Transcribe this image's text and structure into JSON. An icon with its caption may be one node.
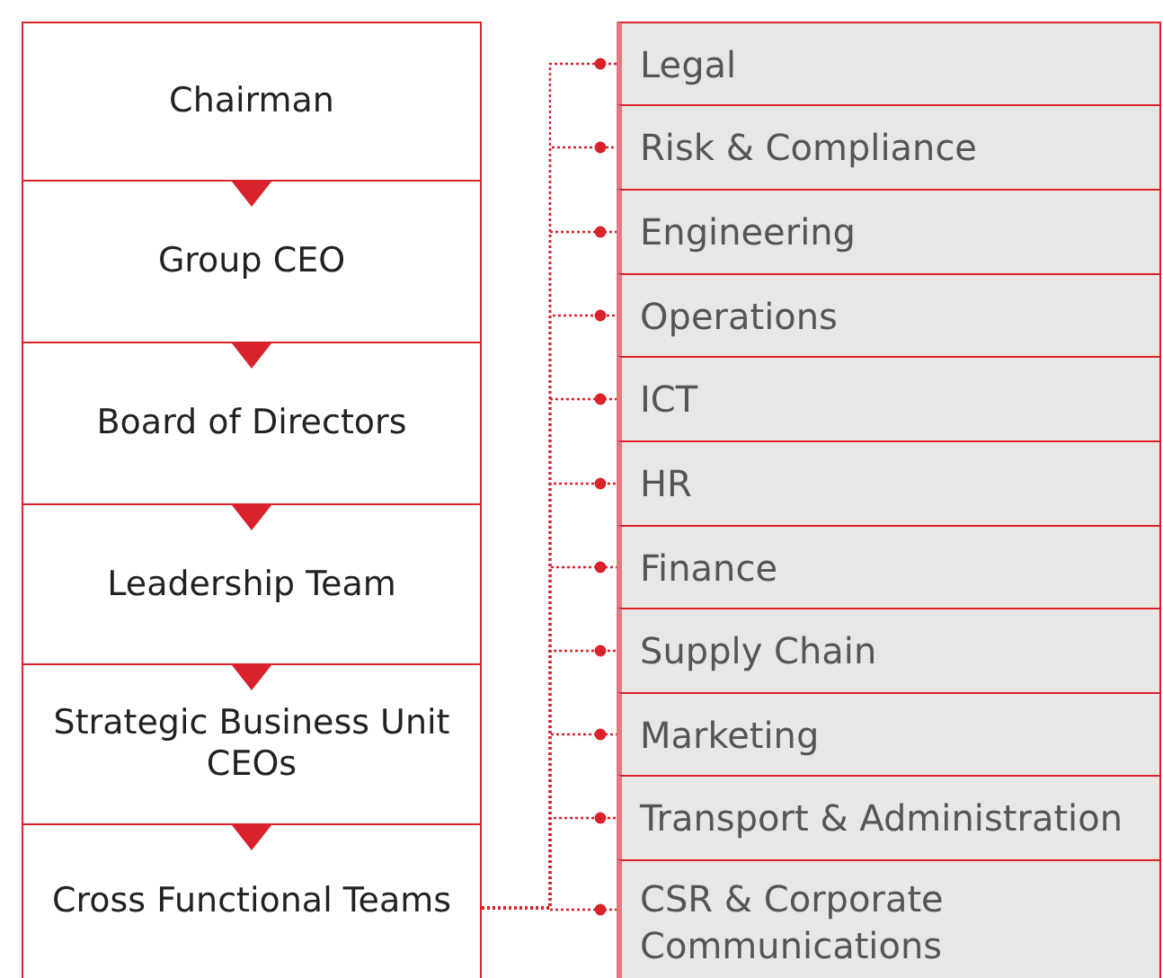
{
  "diagram": {
    "nodes": [
      {
        "text": [
          "Chairman"
        ]
      },
      {
        "text": [
          "Group CEO"
        ]
      },
      {
        "text": [
          "Board of Directors"
        ]
      },
      {
        "text": [
          "Leadership Team"
        ]
      },
      {
        "text": [
          "Strategic Business Unit CEOs"
        ]
      },
      {
        "text": [
          "Cross Functional Teams"
        ]
      },
      {
        "text": [
          "Legal"
        ]
      },
      {
        "text": [
          "Risk & Compliance"
        ]
      },
      {
        "text": [
          "Engineering"
        ]
      },
      {
        "text": [
          "Operations"
        ]
      },
      {
        "text": [
          "ICT"
        ]
      },
      {
        "text": [
          "HR"
        ]
      },
      {
        "text": [
          "Finance"
        ]
      },
      {
        "text": [
          "Supply Chain"
        ]
      },
      {
        "text": [
          "Marketing"
        ]
      },
      {
        "text": [
          "Transport & Administration"
        ]
      },
      {
        "text": [
          "CSR & Corporate Communications"
        ]
      }
    ],
    "edges": [
      {
        "from": 0,
        "to": 1,
        "arrow": "to"
      },
      {
        "from": 1,
        "to": 2,
        "arrow": "to"
      },
      {
        "from": 2,
        "to": 3,
        "arrow": "to"
      },
      {
        "from": 3,
        "to": 4,
        "arrow": "to"
      },
      {
        "from": 4,
        "to": 5,
        "arrow": "to"
      },
      {
        "from": 5,
        "to": 6,
        "arrow": "other",
        "style": "dashed"
      },
      {
        "from": 5,
        "to": 7,
        "arrow": "other",
        "style": "dashed"
      },
      {
        "from": 5,
        "to": 8,
        "arrow": "other",
        "style": "dashed"
      },
      {
        "from": 5,
        "to": 9,
        "arrow": "other",
        "style": "dashed"
      },
      {
        "from": 5,
        "to": 10,
        "arrow": "other",
        "style": "dashed"
      },
      {
        "from": 5,
        "to": 11,
        "arrow": "other",
        "style": "dashed"
      },
      {
        "from": 5,
        "to": 12,
        "arrow": "other",
        "style": "dashed"
      },
      {
        "from": 5,
        "to": 13,
        "arrow": "other",
        "style": "dashed"
      },
      {
        "from": 5,
        "to": 14,
        "arrow": "other",
        "style": "dashed"
      },
      {
        "from": 5,
        "to": 15,
        "arrow": "other",
        "style": "dashed"
      },
      {
        "from": 5,
        "to": 16,
        "arrow": "other",
        "style": "dashed"
      }
    ]
  }
}
